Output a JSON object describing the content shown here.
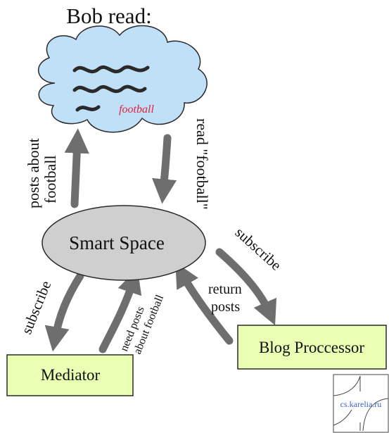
{
  "title": "Bob read:",
  "cloud": {
    "text": "football",
    "text_color": "#e0213a",
    "fill": "#bfe0f7",
    "stroke": "#2a2a2a"
  },
  "smart_space": {
    "label": "Smart Space",
    "fill": "#cfcfcf"
  },
  "mediator": {
    "label": "Mediator",
    "fill": "#e8ffb4"
  },
  "blog_processor": {
    "label": "Blog Proccessor",
    "fill": "#e8ffb4"
  },
  "edges": {
    "posts_about_football_line1": "posts about",
    "posts_about_football_line2": "football",
    "read_football": "read \"football\"",
    "subscribe_left": "subscribe",
    "need_posts_line1": "need posts",
    "need_posts_line2": "about football",
    "subscribe_right": "subscribe",
    "return_posts_line1": "return",
    "return_posts_line2": "posts"
  },
  "logo": {
    "text": "cs.karelia.ru",
    "text_color": "#3a63c7"
  },
  "colors": {
    "arrow": "#6e6e6e",
    "text": "#111111"
  }
}
